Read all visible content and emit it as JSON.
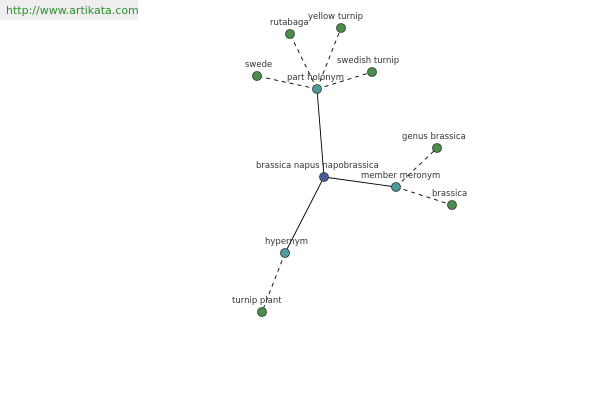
{
  "watermark": {
    "url": "http://www.artikata.com"
  },
  "colors": {
    "root": "#4a5aa0",
    "relation": "#4f9a9a",
    "term": "#4c8c4c",
    "edge": "#000000"
  },
  "graph": {
    "root": {
      "id": "root",
      "label": "brassica napus napobrassica"
    },
    "relations": [
      {
        "id": "part-holonym",
        "label": "part holonym"
      },
      {
        "id": "member-meronym",
        "label": "member meronym"
      },
      {
        "id": "hypernym",
        "label": "hypernym"
      }
    ],
    "terms": [
      {
        "id": "rutabaga",
        "label": "rutabaga",
        "relation": "part-holonym"
      },
      {
        "id": "yellow-turnip",
        "label": "yellow turnip",
        "relation": "part-holonym"
      },
      {
        "id": "swede",
        "label": "swede",
        "relation": "part-holonym"
      },
      {
        "id": "swedish-turnip",
        "label": "swedish turnip",
        "relation": "part-holonym"
      },
      {
        "id": "genus-brassica",
        "label": "genus brassica",
        "relation": "member-meronym"
      },
      {
        "id": "brassica",
        "label": "brassica",
        "relation": "member-meronym"
      },
      {
        "id": "turnip-plant",
        "label": "turnip plant",
        "relation": "hypernym"
      }
    ]
  }
}
